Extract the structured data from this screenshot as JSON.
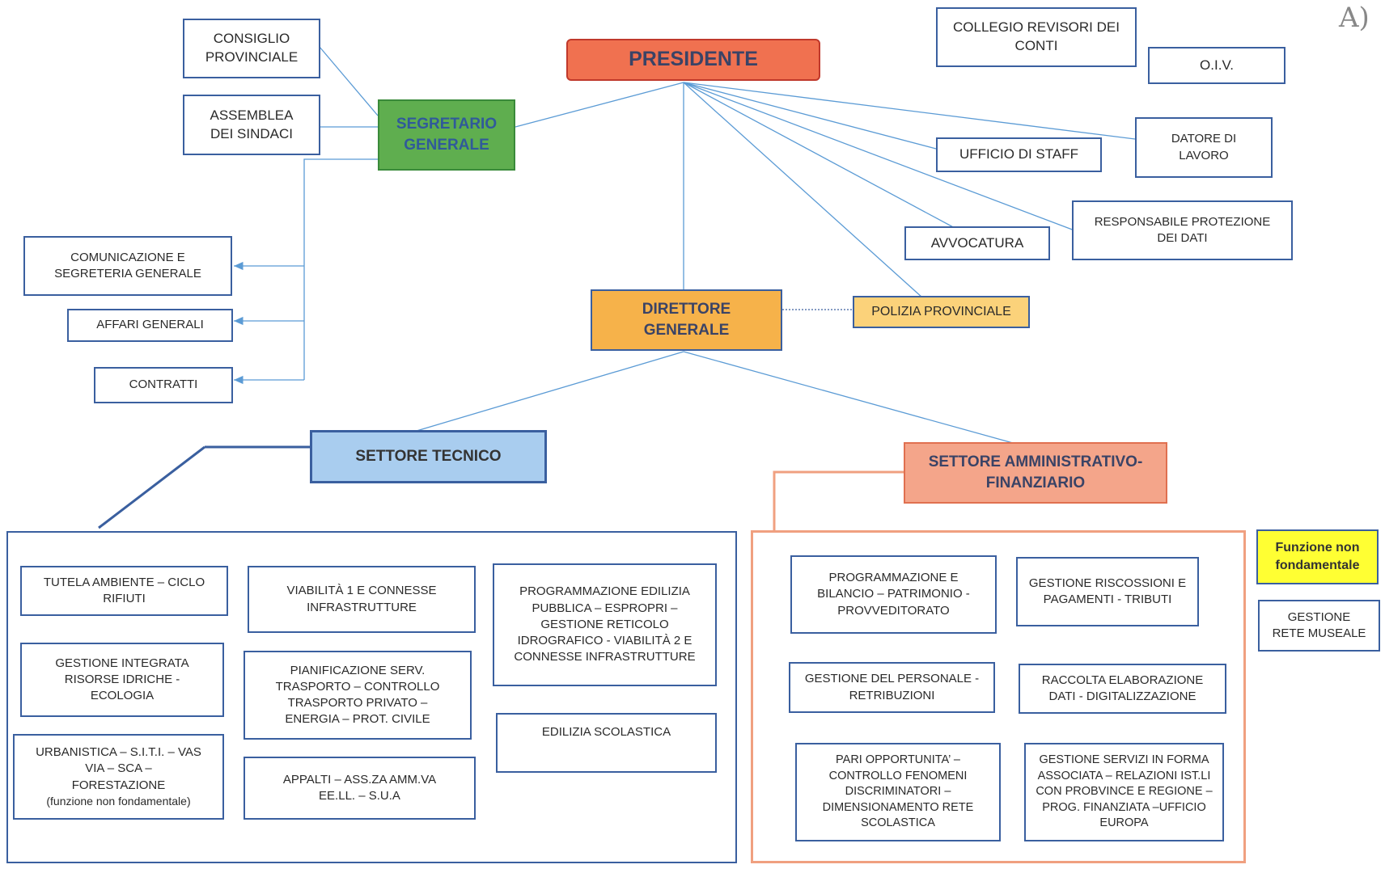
{
  "corner_mark": "A)",
  "presidente": "PRESIDENTE",
  "segretario": "SEGRETARIO\nGENERALE",
  "consiglio": "CONSIGLIO\nPROVINCIALE",
  "assemblea": "ASSEMBLEA\nDEI SINDACI",
  "comunicazione": "COMUNICAZIONE E\nSEGRETERIA GENERALE",
  "affari": "AFFARI GENERALI",
  "contratti": "CONTRATTI",
  "collegio": "COLLEGIO REVISORI DEI\nCONTI",
  "oiv": "O.I.V.",
  "staff": "UFFICIO DI STAFF",
  "datore": "DATORE DI\nLAVORO",
  "avvocatura": "AVVOCATURA",
  "privacy": "RESPONSABILE PROTEZIONE\nDEI DATI",
  "direttore": "DIRETTORE\nGENERALE",
  "polizia": "POLIZIA PROVINCIALE",
  "tecnico": {
    "title": "SETTORE TECNICO",
    "items": [
      "TUTELA AMBIENTE – CICLO\nRIFIUTI",
      "VIABILITÀ 1 E CONNESSE\nINFRASTRUTTURE",
      "PROGRAMMAZIONE EDILIZIA\nPUBBLICA – ESPROPRI –\nGESTIONE RETICOLO\nIDROGRAFICO - VIABILITÀ 2 E\nCONNESSE INFRASTRUTTURE",
      "GESTIONE INTEGRATA\nRISORSE IDRICHE -\nECOLOGIA",
      "PIANIFICAZIONE SERV.\nTRASPORTO – CONTROLLO\nTRASPORTO PRIVATO –\nENERGIA – PROT. CIVILE",
      "EDILIZIA SCOLASTICA",
      "URBANISTICA – S.I.T.I. – VAS\nVIA – SCA –\nFORESTAZIONE",
      "(funzione non fondamentale)",
      "APPALTI – ASS.ZA AMM.VA\nEE.LL. – S.U.A"
    ]
  },
  "amministrativo": {
    "title": "SETTORE AMMINISTRATIVO-\nFINANZIARIO",
    "items": [
      "PROGRAMMAZIONE E\nBILANCIO – PATRIMONIO -\nPROVVEDITORATO",
      "GESTIONE RISCOSSIONI E\nPAGAMENTI - TRIBUTI",
      "GESTIONE DEL PERSONALE -\nRETRIBUZIONI",
      "RACCOLTA ELABORAZIONE\nDATI - DIGITALIZZAZIONE",
      "PARI OPPORTUNITA’ –\nCONTROLLO FENOMENI\nDISCRIMINATORI –\nDIMENSIONAMENTO RETE\nSCOLASTICA",
      "GESTIONE SERVIZI IN FORMA\nASSOCIATA – RELAZIONI IST.LI\nCON PROBVINCE E REGIONE –\nPROG. FINANZIATA –UFFICIO\nEUROPA"
    ]
  },
  "funzione_non": "Funzione non\nfondamentale",
  "rete_museale": "GESTIONE\nRETE MUSEALE"
}
